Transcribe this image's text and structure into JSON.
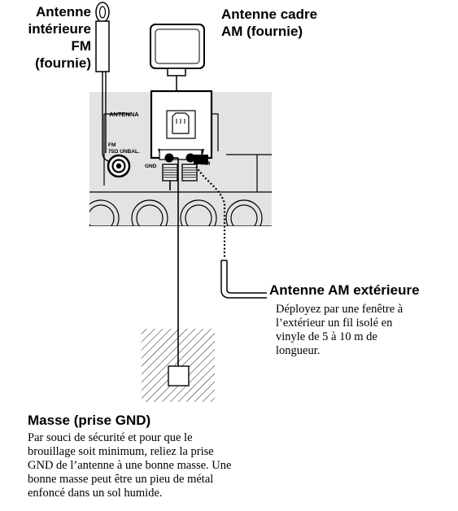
{
  "labels": {
    "fm_antenna": [
      "Antenne",
      "intérieure",
      "FM",
      "(fournie)"
    ],
    "am_loop_antenna": [
      "Antenne cadre",
      "AM (fournie)"
    ],
    "am_outdoor_antenna": {
      "title": "Antenne AM extérieure",
      "description": [
        "Déployez par une fenêtre à",
        "l’extérieur un fil isolé en",
        "vinyle de 5 à 10 m de",
        "longueur."
      ]
    },
    "ground": {
      "title": "Masse (prise GND)",
      "description": [
        "Par souci de sécurité et pour que le",
        "brouillage soit minimum, reliez la prise",
        "GND de l’antenne à une bonne masse. Une",
        "bonne masse peut être un pieu de métal",
        "enfoncé dans un sol humide."
      ]
    }
  },
  "panel": {
    "antenna_label": "ANTENNA",
    "fm_jack_label": [
      "FM",
      "75Ω UNBAL."
    ],
    "gnd_label": "GND",
    "am_label": "AM"
  },
  "colors": {
    "ink": "#000000",
    "panel_fill": "#e3e3e3",
    "background": "#ffffff"
  }
}
